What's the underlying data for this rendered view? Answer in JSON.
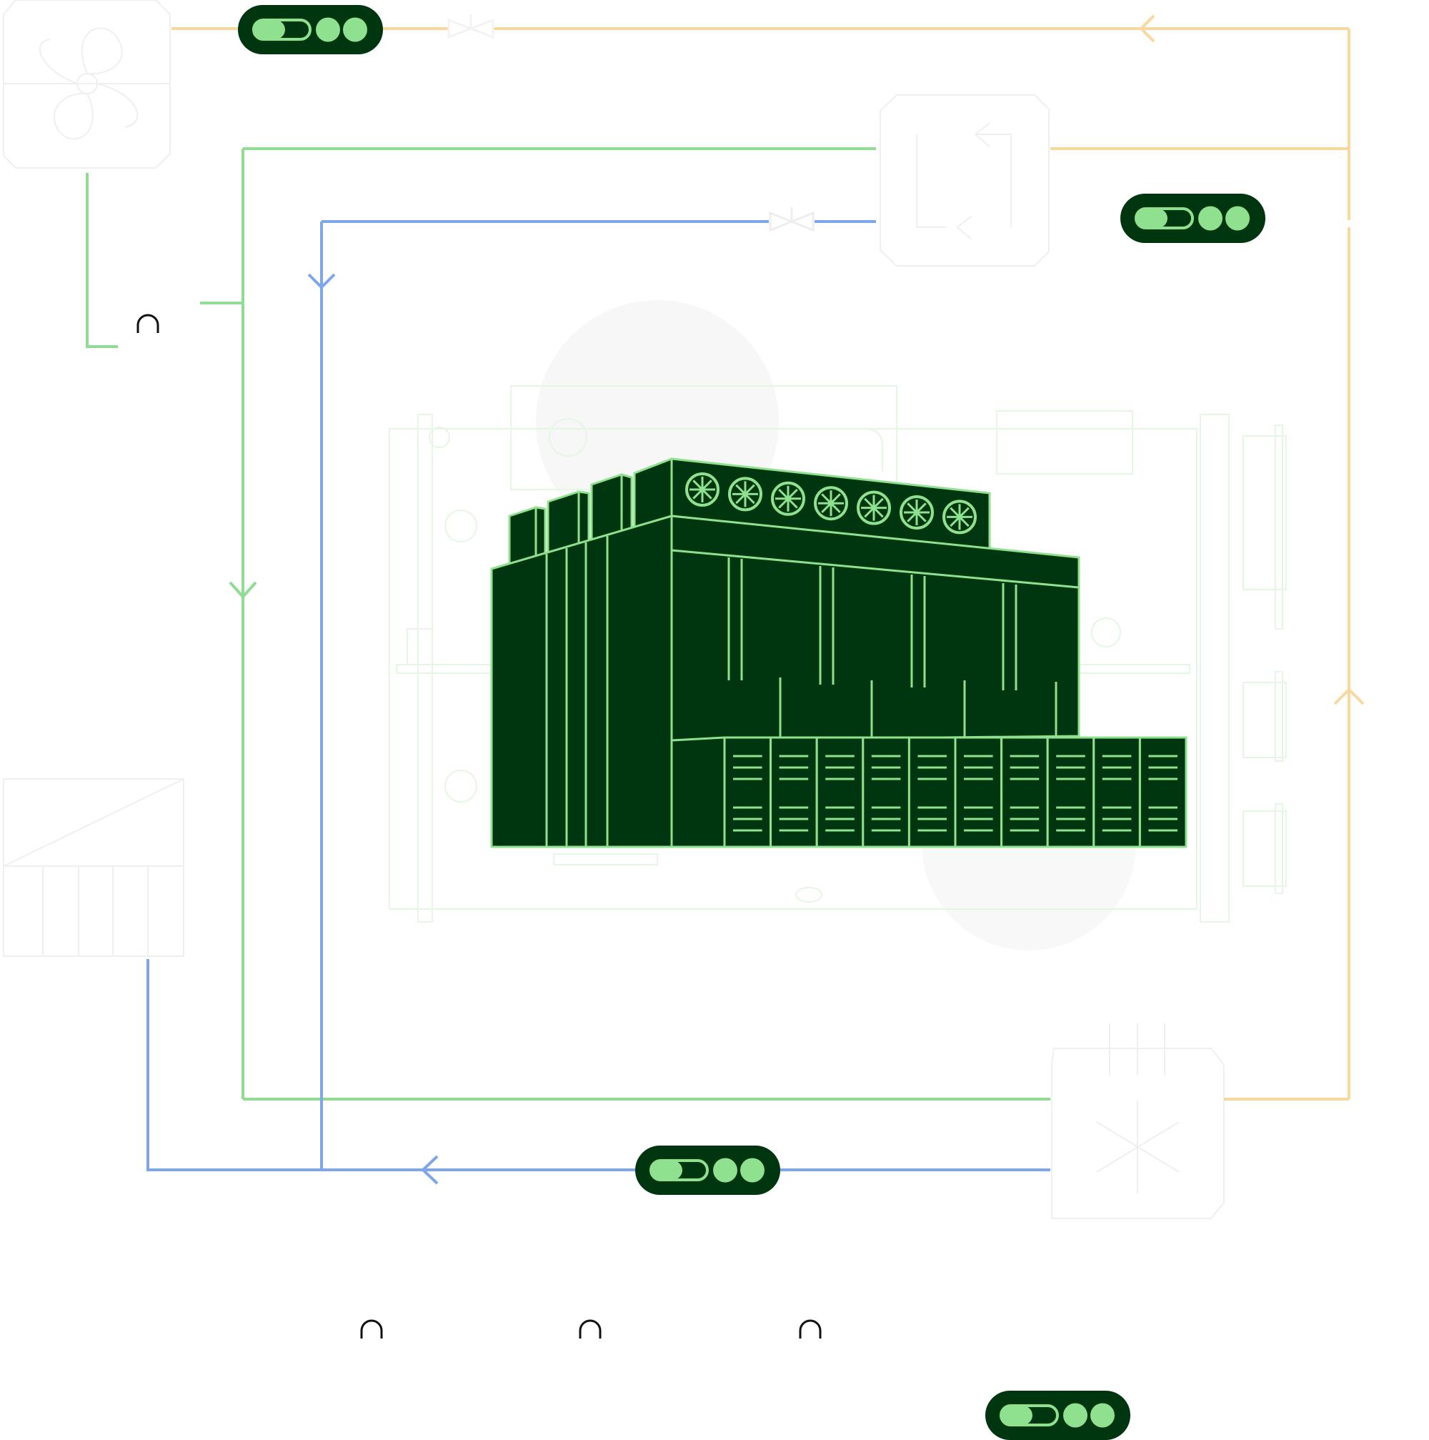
{
  "diagram": {
    "central_unit": "data-center-module-icon",
    "colors": {
      "green_line": "#8fdc92",
      "blue_line": "#7ea6ec",
      "orange_line": "#f7d9a0",
      "dark_green": "#00360f",
      "light_green": "#8fe08f",
      "faint_gray": "#eeeeee",
      "faint_green": "#e4f6e2",
      "cap_black": "#111111"
    },
    "status_pills": [
      {
        "name": "status-pill-top-left",
        "icon": "toggle-switch-icon",
        "dots": 2
      },
      {
        "name": "status-pill-right",
        "icon": "toggle-switch-icon",
        "dots": 2
      },
      {
        "name": "status-pill-bottom-center",
        "icon": "toggle-switch-icon",
        "dots": 2
      },
      {
        "name": "status-pill-bottom-right",
        "icon": "toggle-switch-icon",
        "dots": 2
      }
    ],
    "faint_components": [
      "fan-unit-icon",
      "heat-exchanger-icon",
      "louver-panel-icon",
      "chiller-snowflake-icon"
    ],
    "connector_marks": [
      "cap-connector-icon",
      "cap-connector-icon",
      "cap-connector-icon",
      "cap-connector-icon"
    ],
    "valves": [
      "valve-icon",
      "valve-icon"
    ],
    "flow_arrows": [
      "flow-arrow-icon",
      "flow-arrow-icon",
      "flow-arrow-icon",
      "flow-arrow-icon",
      "flow-arrow-icon"
    ],
    "fans_on_module": 7,
    "drawer_columns": 10
  }
}
